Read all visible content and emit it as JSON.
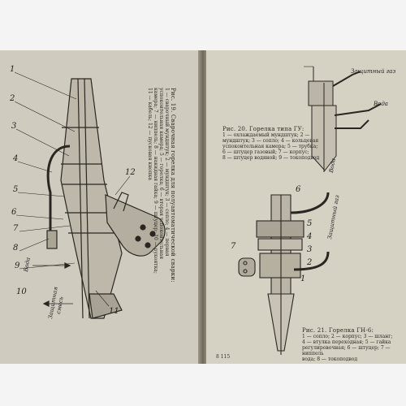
{
  "left_page": {
    "figure_19": {
      "caption_lines": [
        "Рис. 19. Сварочная горелка для полуавтоматической сварки:",
        "1 — сварочный мундштук; 2 — мундштук; 3 — сопло; 4 — первая",
        "успокоительная камера; 5 — горелка; 6 — вторая успокоительная",
        "камера; 7 — ниппель; 8 — накидная гайка; 9 — штуцер; 10 — рукоятка;",
        "11 — кабель; 12 — пусковая кнопка"
      ],
      "callouts": [
        "1",
        "2",
        "3",
        "4",
        "5",
        "6",
        "7",
        "8",
        "9",
        "10",
        "11",
        "12"
      ],
      "gas_labels": {
        "water": "Вода",
        "shield": "Защитная",
        "mix": "смесь"
      }
    }
  },
  "right_page": {
    "figure_20": {
      "caption_lines": [
        "Рис. 20. Горелка типа ГУ:",
        "1 — охлаждаемый мундштук; 2 —",
        "мундштук; 3 — сопло; 4 — кольцевая",
        "успокоительная камера; 5 — трубка;",
        "6 — штуцер газовый; 7 — корпус;",
        "8 — штуцер водяной; 9 — токоподвод"
      ],
      "gas_labels": {
        "shield_gas": "Защитный газ",
        "water": "Вода"
      }
    },
    "figure_21": {
      "caption_lines": [
        "Рис. 21. Горелка ГН-6:",
        "1 — сопло; 2 — корпус; 3 — шланг;",
        "4 — втулка переходная; 5 — гайка",
        "регулировочная; 6 — штуцер; 7 — ниппель",
        "вода; 8 — токоподвод"
      ],
      "callouts": [
        "1",
        "2",
        "3",
        "4",
        "5",
        "6",
        "7"
      ],
      "gas_labels": {
        "water": "Вода",
        "shield_gas": "Защитный газ"
      }
    },
    "page_number": "8 115"
  }
}
